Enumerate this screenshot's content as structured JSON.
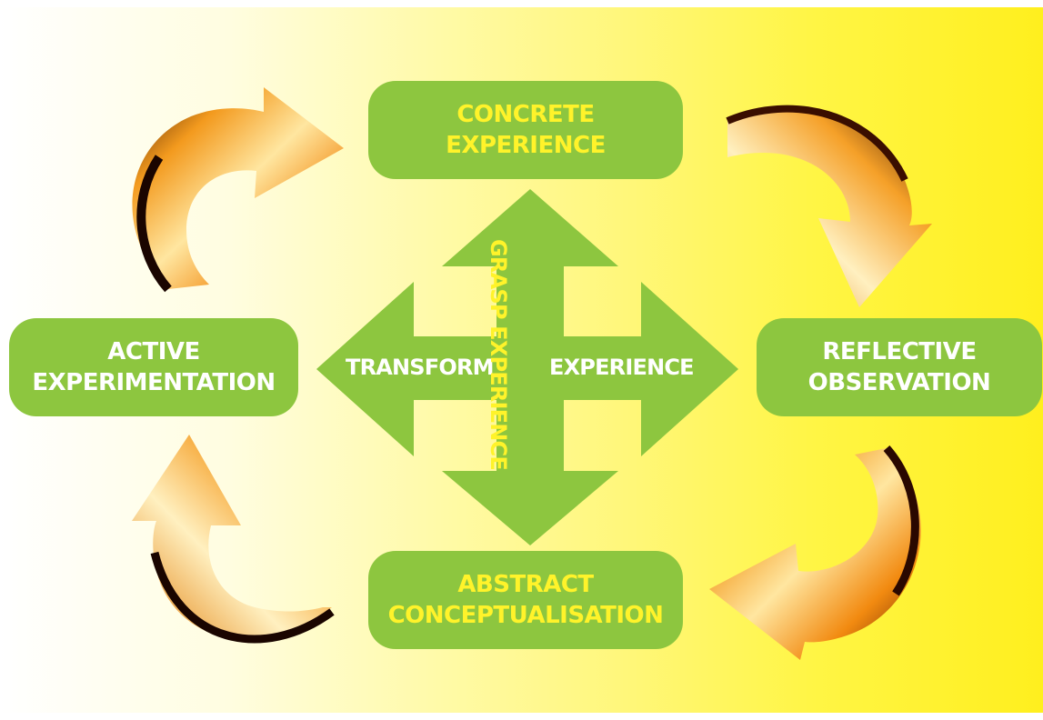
{
  "boxes": {
    "concrete": "CONCRETE\nEXPERIENCE",
    "active": "ACTIVE\nEXPERIMENTATION",
    "reflective": "REFLECTIVE\nOBSERVATION",
    "abstract": "ABSTRACT\nCONCEPTUALISATION"
  },
  "center": {
    "transform": "TRANSFORM",
    "experience": "EXPERIENCE",
    "grasp": "GRASP EXPERIENCE"
  },
  "colors": {
    "box_green": "#8dc63f",
    "yellow_text": "#fff32a",
    "white_text": "#ffffff",
    "arrow_orange": "#f39a1e"
  }
}
